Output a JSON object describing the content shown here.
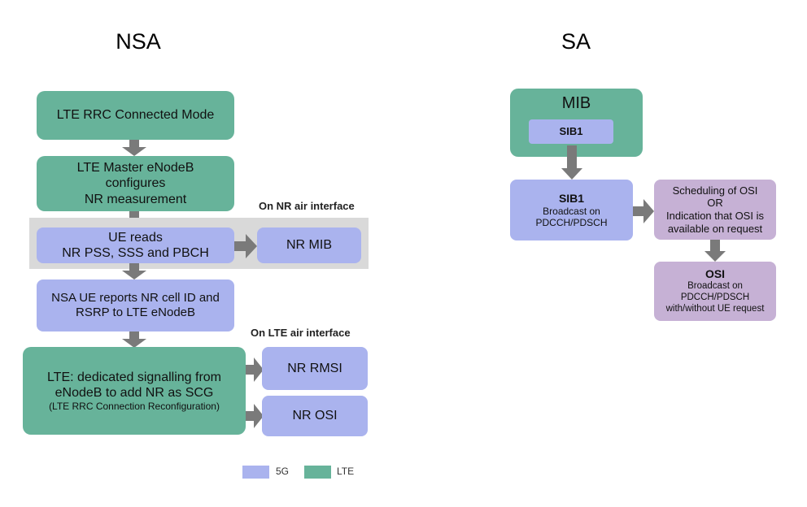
{
  "titles": {
    "nsa": "NSA",
    "sa": "SA"
  },
  "nsa": {
    "lte_connected": "LTE RRC Connected Mode",
    "master_configures": [
      "LTE Master eNodeB",
      "configures",
      "NR measurement"
    ],
    "nr_air_interface_label": "On NR air interface",
    "ue_reads": [
      "UE reads",
      "NR PSS, SSS and PBCH"
    ],
    "nr_mib": "NR MIB",
    "ue_reports": [
      "NSA UE reports NR cell ID and",
      "RSRP to LTE eNodeB"
    ],
    "lte_air_interface_label": "On LTE air interface",
    "dedicated_signalling": [
      "LTE: dedicated signalling from",
      "eNodeB to add NR as SCG"
    ],
    "dedicated_signalling_sub": "(LTE RRC Connection Reconfiguration)",
    "nr_rmsi": "NR RMSI",
    "nr_osi": "NR OSI"
  },
  "sa": {
    "mib": "MIB",
    "sib1_inner": "SIB1",
    "sib1_title": "SIB1",
    "sib1_desc": [
      "Broadcast on",
      "PDCCH/PDSCH"
    ],
    "scheduling": [
      "Scheduling of OSI",
      "OR",
      "Indication that OSI is",
      "available on request"
    ],
    "osi_title": "OSI",
    "osi_desc": [
      "Broadcast on",
      "PDCCH/PDSCH",
      "with/without UE request"
    ]
  },
  "legend": [
    {
      "label": "5G",
      "color": "#aab3ee"
    },
    {
      "label": "LTE",
      "color": "#67b39a"
    }
  ],
  "colors": {
    "lte": "#67b39a",
    "g5": "#aab3ee",
    "osi": "#c6b1d5",
    "band": "#d9d9d9",
    "arrow": "#7a7a7a"
  }
}
